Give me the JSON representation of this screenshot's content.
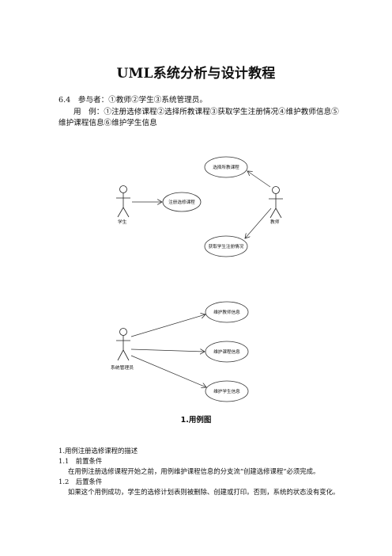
{
  "document": {
    "title": "UML系统分析与设计教程",
    "intro": {
      "line1": "6.4　参与者：①教师②学生③系统管理员。",
      "line2": "用　例：①注册选修课程②选择所教课程③获取学生注册情况④维护教师信息⑤维护课程信息⑥维护学生信息"
    },
    "diagram": {
      "actors": {
        "student": "学生",
        "teacher": "教师",
        "admin": "系统管理员"
      },
      "use_cases": {
        "register": "注册选修课程",
        "select_teach": "选择所教课程",
        "get_registration": "获取学生注册情况",
        "maintain_teacher": "维护教师信息",
        "maintain_course": "维护课程信息",
        "maintain_student": "维护学生信息"
      }
    },
    "caption": "1.用例图",
    "sections": {
      "s1_heading": "1.用例注册选修课程的描述",
      "s11_heading": "1.1　前置条件",
      "s11_text": "在用例注册选修课程开始之前，用例维护课程信息的分支流“创建选修课程”必须完成。",
      "s12_heading": "1.2　后置条件",
      "s12_text": "如果这个用例成功，学生的选修计划表则被删除、创建或打印。否则，系统的状态没有变化。"
    }
  }
}
